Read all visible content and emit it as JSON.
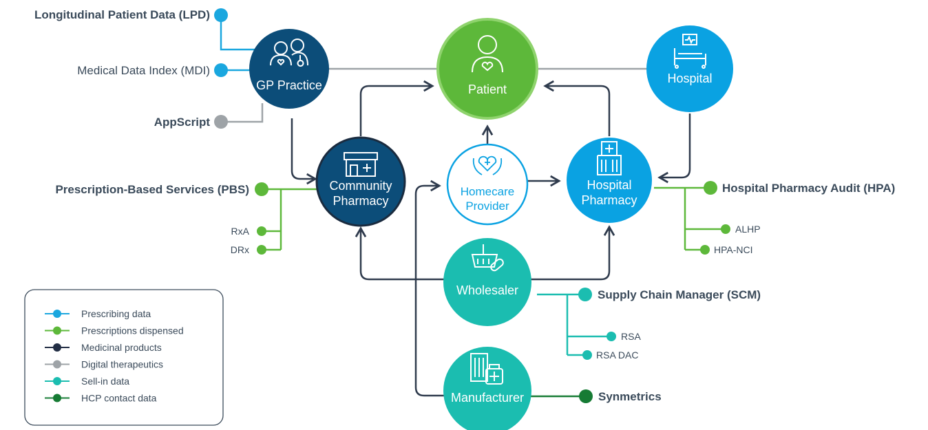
{
  "colors": {
    "prescribing": "#1aa7df",
    "dispensed": "#5db83a",
    "medicinal": "#222e44",
    "digital": "#9ea3a7",
    "sellin": "#1bbdb0",
    "hcp": "#167b34",
    "gp": "#0c4d79",
    "patient": "#5db83a",
    "hospital": "#0aa2e2"
  },
  "nodes": {
    "gp_practice": "GP Practice",
    "patient": "Patient",
    "hospital": "Hospital",
    "community_pharmacy_1": "Community",
    "community_pharmacy_2": "Pharmacy",
    "homecare_1": "Homecare",
    "homecare_2": "Provider",
    "hospital_pharmacy_1": "Hospital",
    "hospital_pharmacy_2": "Pharmacy",
    "wholesaler": "Wholesaler",
    "manufacturer": "Manufacturer"
  },
  "sources": {
    "lpd": "Longitudinal Patient Data (LPD)",
    "mdi": "Medical Data Index (MDI)",
    "appscript": "AppScript",
    "pbs": "Prescription-Based Services (PBS)",
    "rxa": "RxA",
    "drx": "DRx",
    "hpa": "Hospital Pharmacy Audit (HPA)",
    "alhp": "ALHP",
    "hpa_nci": "HPA-NCI",
    "scm": "Supply Chain Manager (SCM)",
    "rsa": "RSA",
    "rsa_dac": "RSA DAC",
    "synmetrics": "Synmetrics"
  },
  "legend": [
    {
      "label": "Prescribing data",
      "color": "#1aa7df"
    },
    {
      "label": "Prescriptions dispensed",
      "color": "#5db83a"
    },
    {
      "label": "Medicinal products",
      "color": "#222e44"
    },
    {
      "label": "Digital therapeutics",
      "color": "#9ea3a7"
    },
    {
      "label": "Sell-in data",
      "color": "#1bbdb0"
    },
    {
      "label": "HCP contact data",
      "color": "#167b34"
    }
  ]
}
